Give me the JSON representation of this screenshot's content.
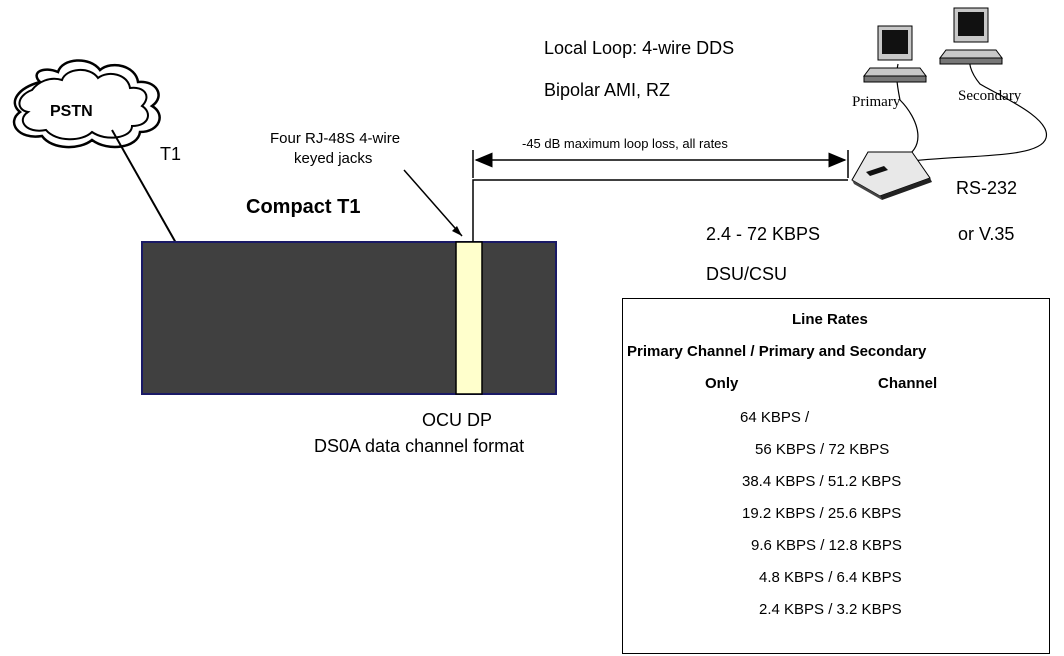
{
  "cloud": {
    "label": "PSTN"
  },
  "link": {
    "label": "T1"
  },
  "device": {
    "title": "Compact T1"
  },
  "jacks": {
    "line1": "Four RJ-48S 4-wire",
    "line2": "keyed jacks"
  },
  "ocu": {
    "line1": "OCU DP",
    "line2": "DS0A data channel format"
  },
  "local_loop": {
    "line1": "Local Loop:  4-wire DDS",
    "line2": "Bipolar AMI, RZ"
  },
  "loss_label": "-45 dB maximum loop loss, all rates",
  "dsu": {
    "rate": "2.4 - 72 KBPS",
    "name": "DSU/CSU"
  },
  "interface": {
    "line1": "RS-232",
    "line2": "or V.35"
  },
  "computers": {
    "primary": "Primary",
    "secondary": "Secondary"
  },
  "colors": {
    "device_fill": "#404040",
    "device_border": "#1a1a66",
    "slot_fill": "#ffffcc"
  },
  "table": {
    "title": "Line Rates",
    "header": "Primary Channel / Primary and Secondary",
    "col1": "Only",
    "col2": "Channel",
    "rows": [
      "64 KBPS /",
      "56 KBPS / 72 KBPS",
      "38.4 KBPS / 51.2 KBPS",
      "19.2 KBPS / 25.6 KBPS",
      "9.6 KBPS / 12.8 KBPS",
      "4.8 KBPS / 6.4 KBPS",
      "2.4 KBPS / 3.2 KBPS"
    ]
  }
}
